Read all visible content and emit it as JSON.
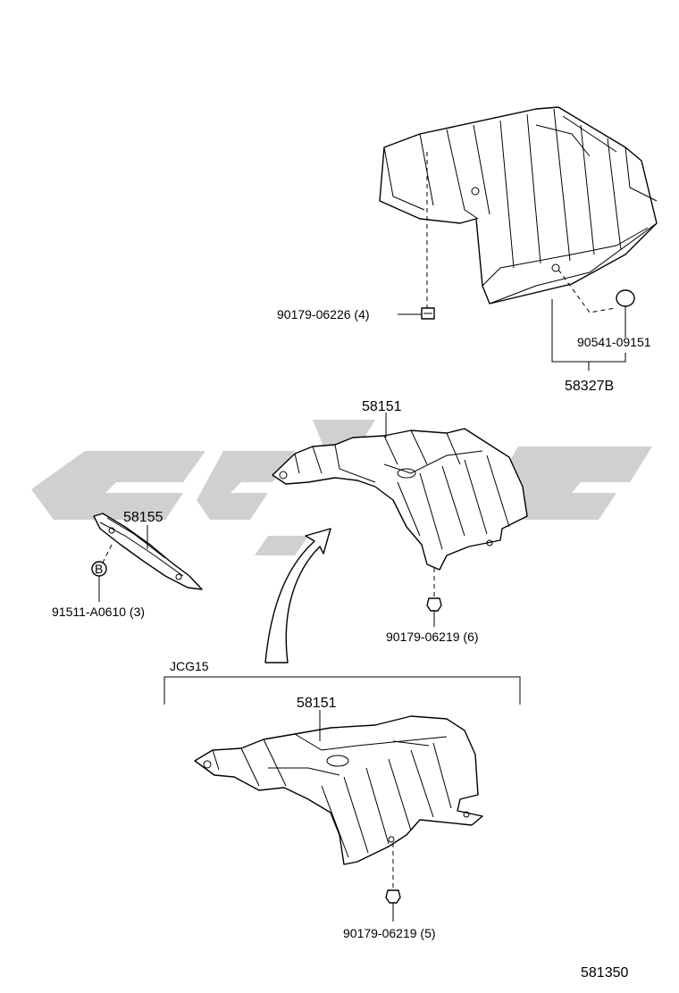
{
  "diagram": {
    "catalog_number": "581350",
    "variant_label": "JCG15",
    "parts": {
      "upper_cover": {
        "part_number": "58327B"
      },
      "upper_cover_pad": {
        "part_number": "90541-09151"
      },
      "upper_cover_clip": {
        "part_number": "90179-06226 (4)"
      },
      "center_insulator": {
        "part_number": "58151"
      },
      "center_insulator_nut": {
        "part_number": "90179-06219 (6)"
      },
      "side_insulator": {
        "part_number": "58155"
      },
      "side_insulator_clip": {
        "part_number": "91511-A0610 (3)",
        "callout_letter": "B"
      },
      "jcg15_insulator": {
        "part_number": "58151"
      },
      "jcg15_insulator_nut": {
        "part_number": "90179-06219 (5)"
      }
    },
    "watermark": {
      "color": "#c8c8c8"
    }
  }
}
